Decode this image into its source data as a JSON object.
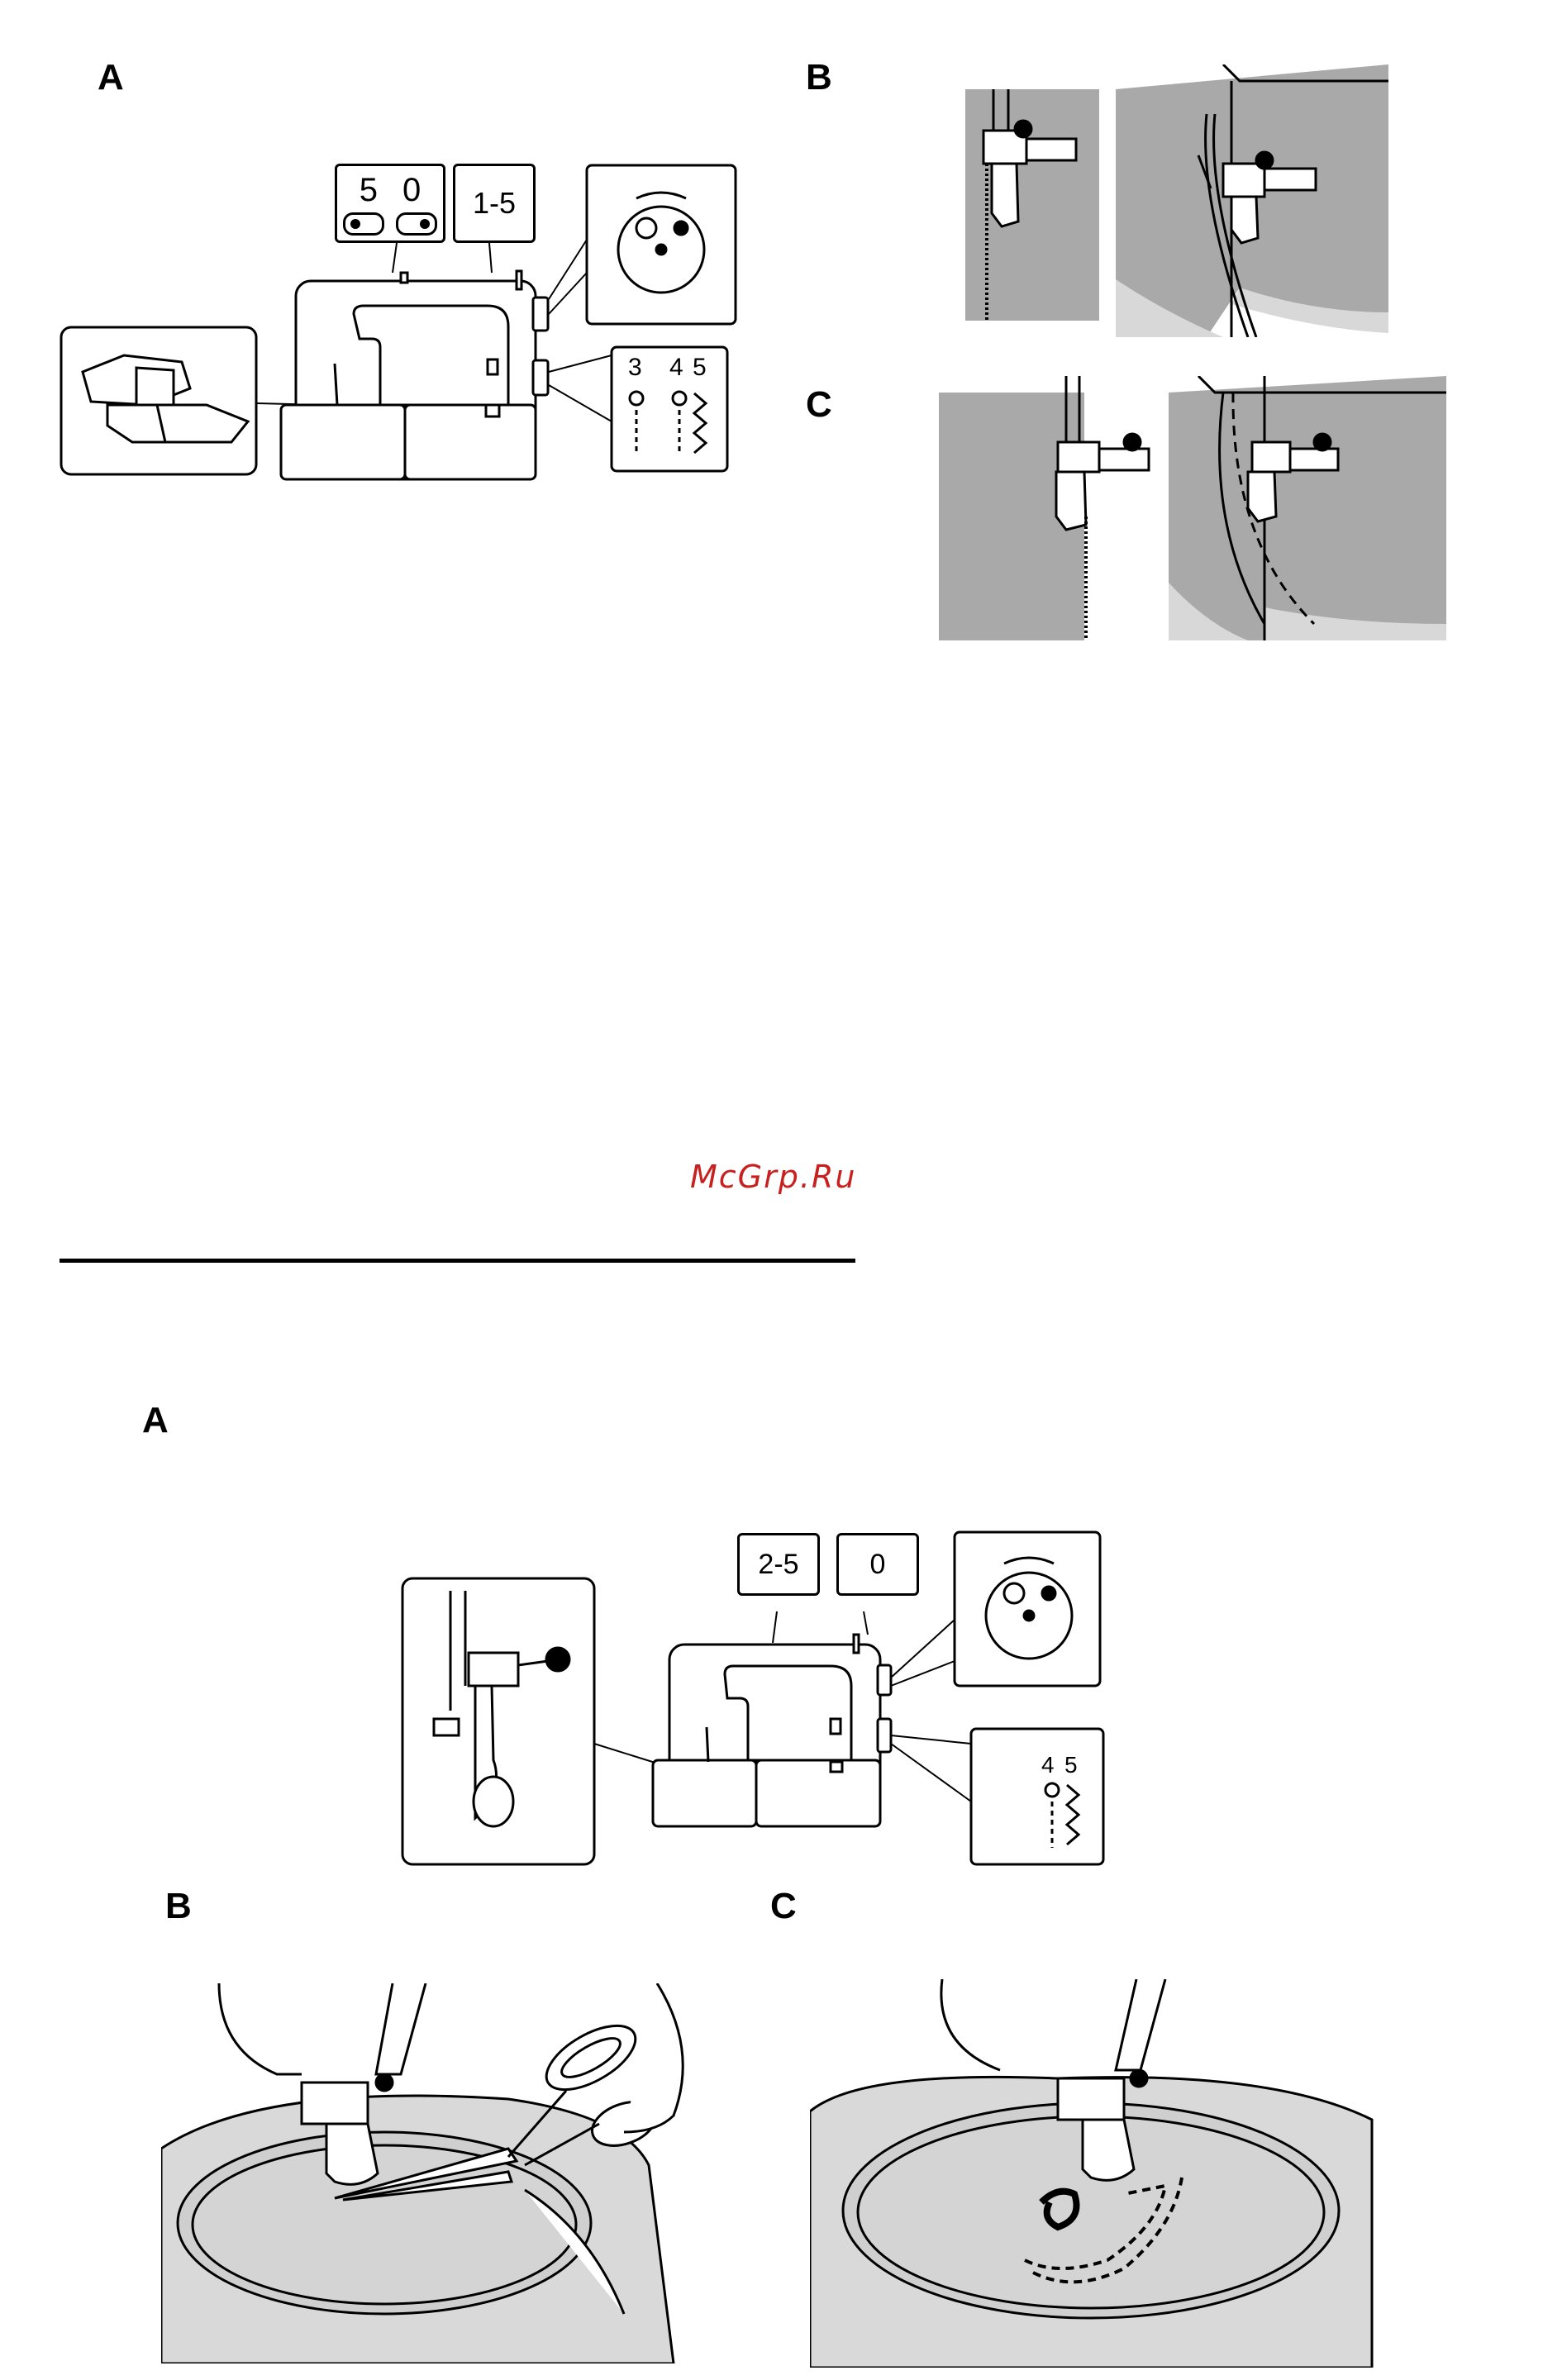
{
  "top": {
    "label_a": "A",
    "label_b": "B",
    "label_c": "C",
    "callout_speed": [
      "5",
      "0"
    ],
    "callout_stitch_length": "1-5",
    "callout_pattern_numbers": [
      "3",
      "4",
      "5"
    ]
  },
  "watermark": "McGrp.Ru",
  "bottom": {
    "label_a": "A",
    "label_b": "B",
    "label_c": "C",
    "callout_stitch_length": "2-5",
    "callout_speed": "0",
    "callout_pattern_numbers": [
      "4",
      "5"
    ]
  }
}
